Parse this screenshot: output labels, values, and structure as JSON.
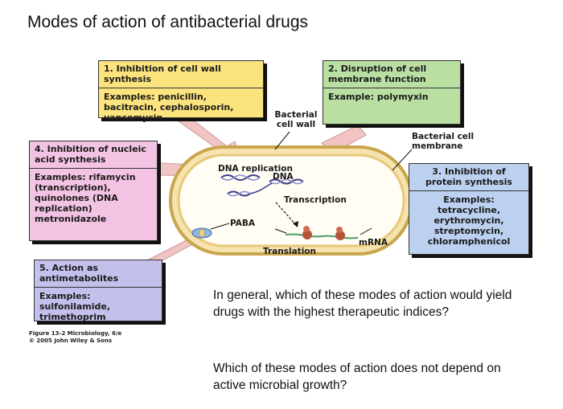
{
  "title": "Modes of action of antibacterial drugs",
  "boxes": {
    "b1": {
      "header": "1. Inhibition of cell wall synthesis",
      "examples": "Examples: penicillin, bacitracin, cephalosporin, vancomycin"
    },
    "b2": {
      "header": "2. Disruption of cell membrane function",
      "examples": "Example: polymyxin"
    },
    "b3": {
      "header": "3. Inhibition of protein synthesis",
      "examples": "Examples: tetracycline, erythromycin, streptomycin, chloramphenicol"
    },
    "b4": {
      "header": "4. Inhibition of nucleic acid synthesis",
      "examples": "Examples: rifamycin (transcription), quinolones (DNA replication) metronidazole"
    },
    "b5": {
      "header": "5. Action as antimetabolites",
      "examples": "Examples: sulfonilamide, trimethoprim"
    }
  },
  "labels": {
    "cell_wall": "Bacterial cell wall",
    "cell_membrane": "Bacterial cell membrane",
    "dna_replication": "DNA replication",
    "dna": "DNA",
    "transcription": "Transcription",
    "paba": "PABA",
    "translation": "Translation",
    "mrna": "mRNA"
  },
  "caption": {
    "line1": "Figure 13-2 Microbiology, 6/e",
    "line2": "© 2005 John Wiley & Sons"
  },
  "questions": {
    "q1": "In general, which of these modes of action would yield drugs with the highest therapeutic indices?",
    "q2": "Which of these modes of action does not depend on active microbial growth?"
  }
}
